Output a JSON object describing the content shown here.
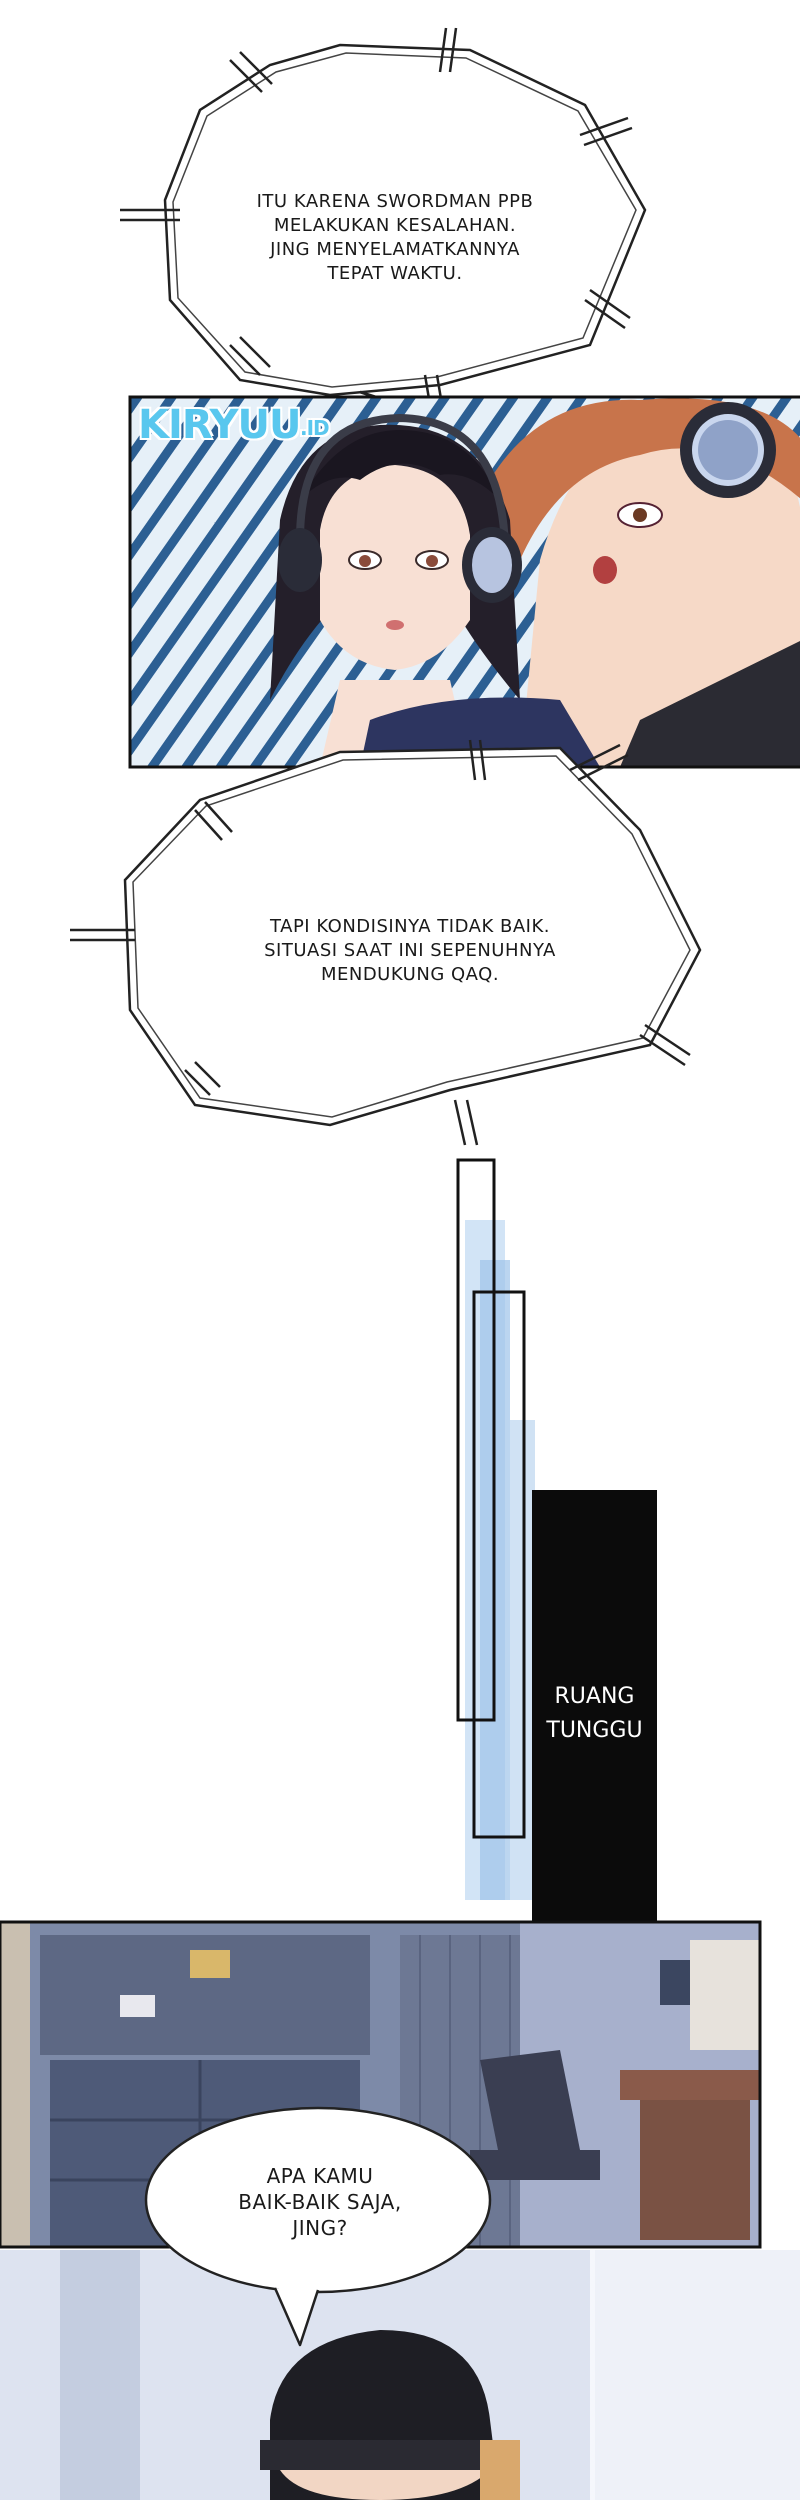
{
  "bubbles": {
    "bubble1": "ITU KARENA SWORDMAN PPB\nMELAKUKAN KESALAHAN.\nJING MENYELAMATKANNYA\nTEPAT WAKTU.",
    "bubble2": "TAPI KONDISINYA TIDAK BAIK.\nSITUASI SAAT INI SEPENUHNYA\nMENDUKUNG QAQ.",
    "bubble3": "APA KAMU\nBAIK-BAIK SAJA,\nJING?"
  },
  "caption": {
    "location": "RUANG\nTUNGGU"
  },
  "watermark": {
    "brand": "KIRYUU",
    "suffix": ".ID"
  },
  "colors": {
    "panel_border": "#111111",
    "speed_lines": "#2c5f93",
    "room_tint": "#8896b8",
    "accent_blue": "#59c7ee"
  }
}
